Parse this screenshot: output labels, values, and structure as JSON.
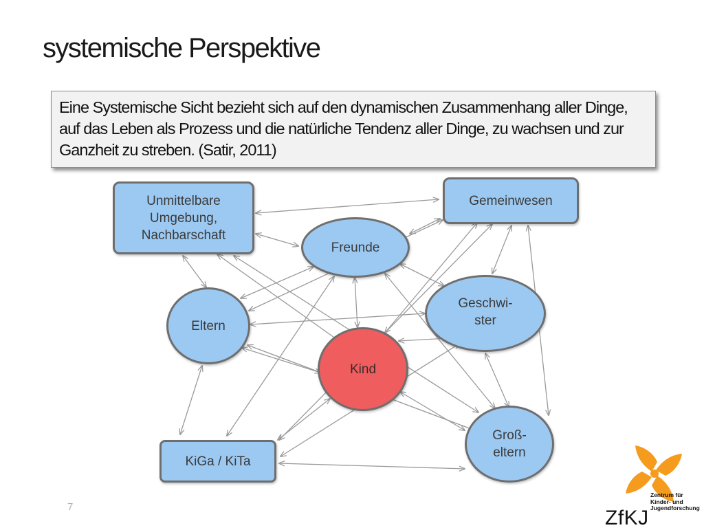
{
  "slide": {
    "title": "systemische Perspektive",
    "quote": "Eine Systemische Sicht bezieht sich auf den dynamischen Zusammenhang aller Dinge, auf das Leben als Prozess und die natürliche Tendenz aller Dinge, zu wachsen und zur Ganzheit zu streben. (Satir, 2011)",
    "page_number": "7"
  },
  "diagram": {
    "nodes": {
      "umgebung": "Unmittelbare Umgebung, Nachbarschaft",
      "gemeinwesen": "Gemeinwesen",
      "freunde": "Freunde",
      "geschwister": "Geschwi-\nster",
      "eltern": "Eltern",
      "kind": "Kind",
      "grosseltern": "Groß-\neltern",
      "kiga": "KiGa / KiTa"
    },
    "colors": {
      "node_fill": "#9cc9f2",
      "kind_fill": "#f05d5e",
      "node_border": "#6e6e6e",
      "arrow": "#9a9a9a"
    }
  },
  "logo": {
    "subtitle": "Zentrum für Kinder- und Jugendforschung",
    "mark": "ZfKJ",
    "color": "#f59b1e"
  }
}
